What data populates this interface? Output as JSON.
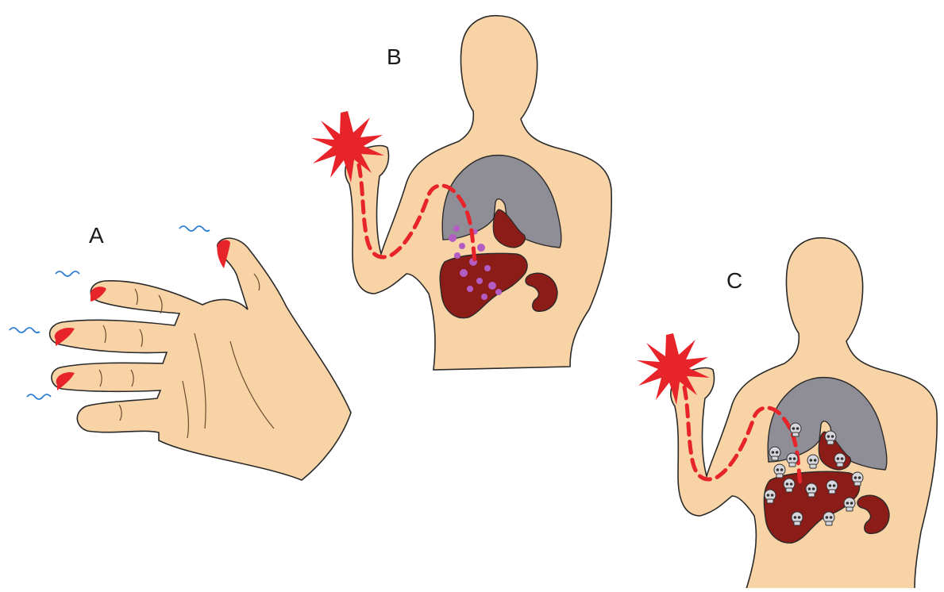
{
  "panels": {
    "a": {
      "label": "A"
    },
    "b": {
      "label": "B"
    },
    "c": {
      "label": "C"
    }
  },
  "colors": {
    "skin": "#f7d3a6",
    "outline": "#2a2a2a",
    "lung": "#8f8d96",
    "organ": "#8b1c18",
    "organ_dark": "#5e0f0c",
    "injury": "#e8242b",
    "pathway": "#e8242b",
    "toxin_droplet": "#b35cc4",
    "skull": "#d9d7de",
    "tremor": "#2d7fd6",
    "nail_tip": "#e8242b"
  },
  "icons": [
    "hand-illustration",
    "human-torso",
    "lungs",
    "heart",
    "liver",
    "kidney",
    "injury-burst-icon",
    "tremor-wave-icon",
    "toxin-droplet-icon",
    "skull-icon",
    "pain-pathway"
  ]
}
